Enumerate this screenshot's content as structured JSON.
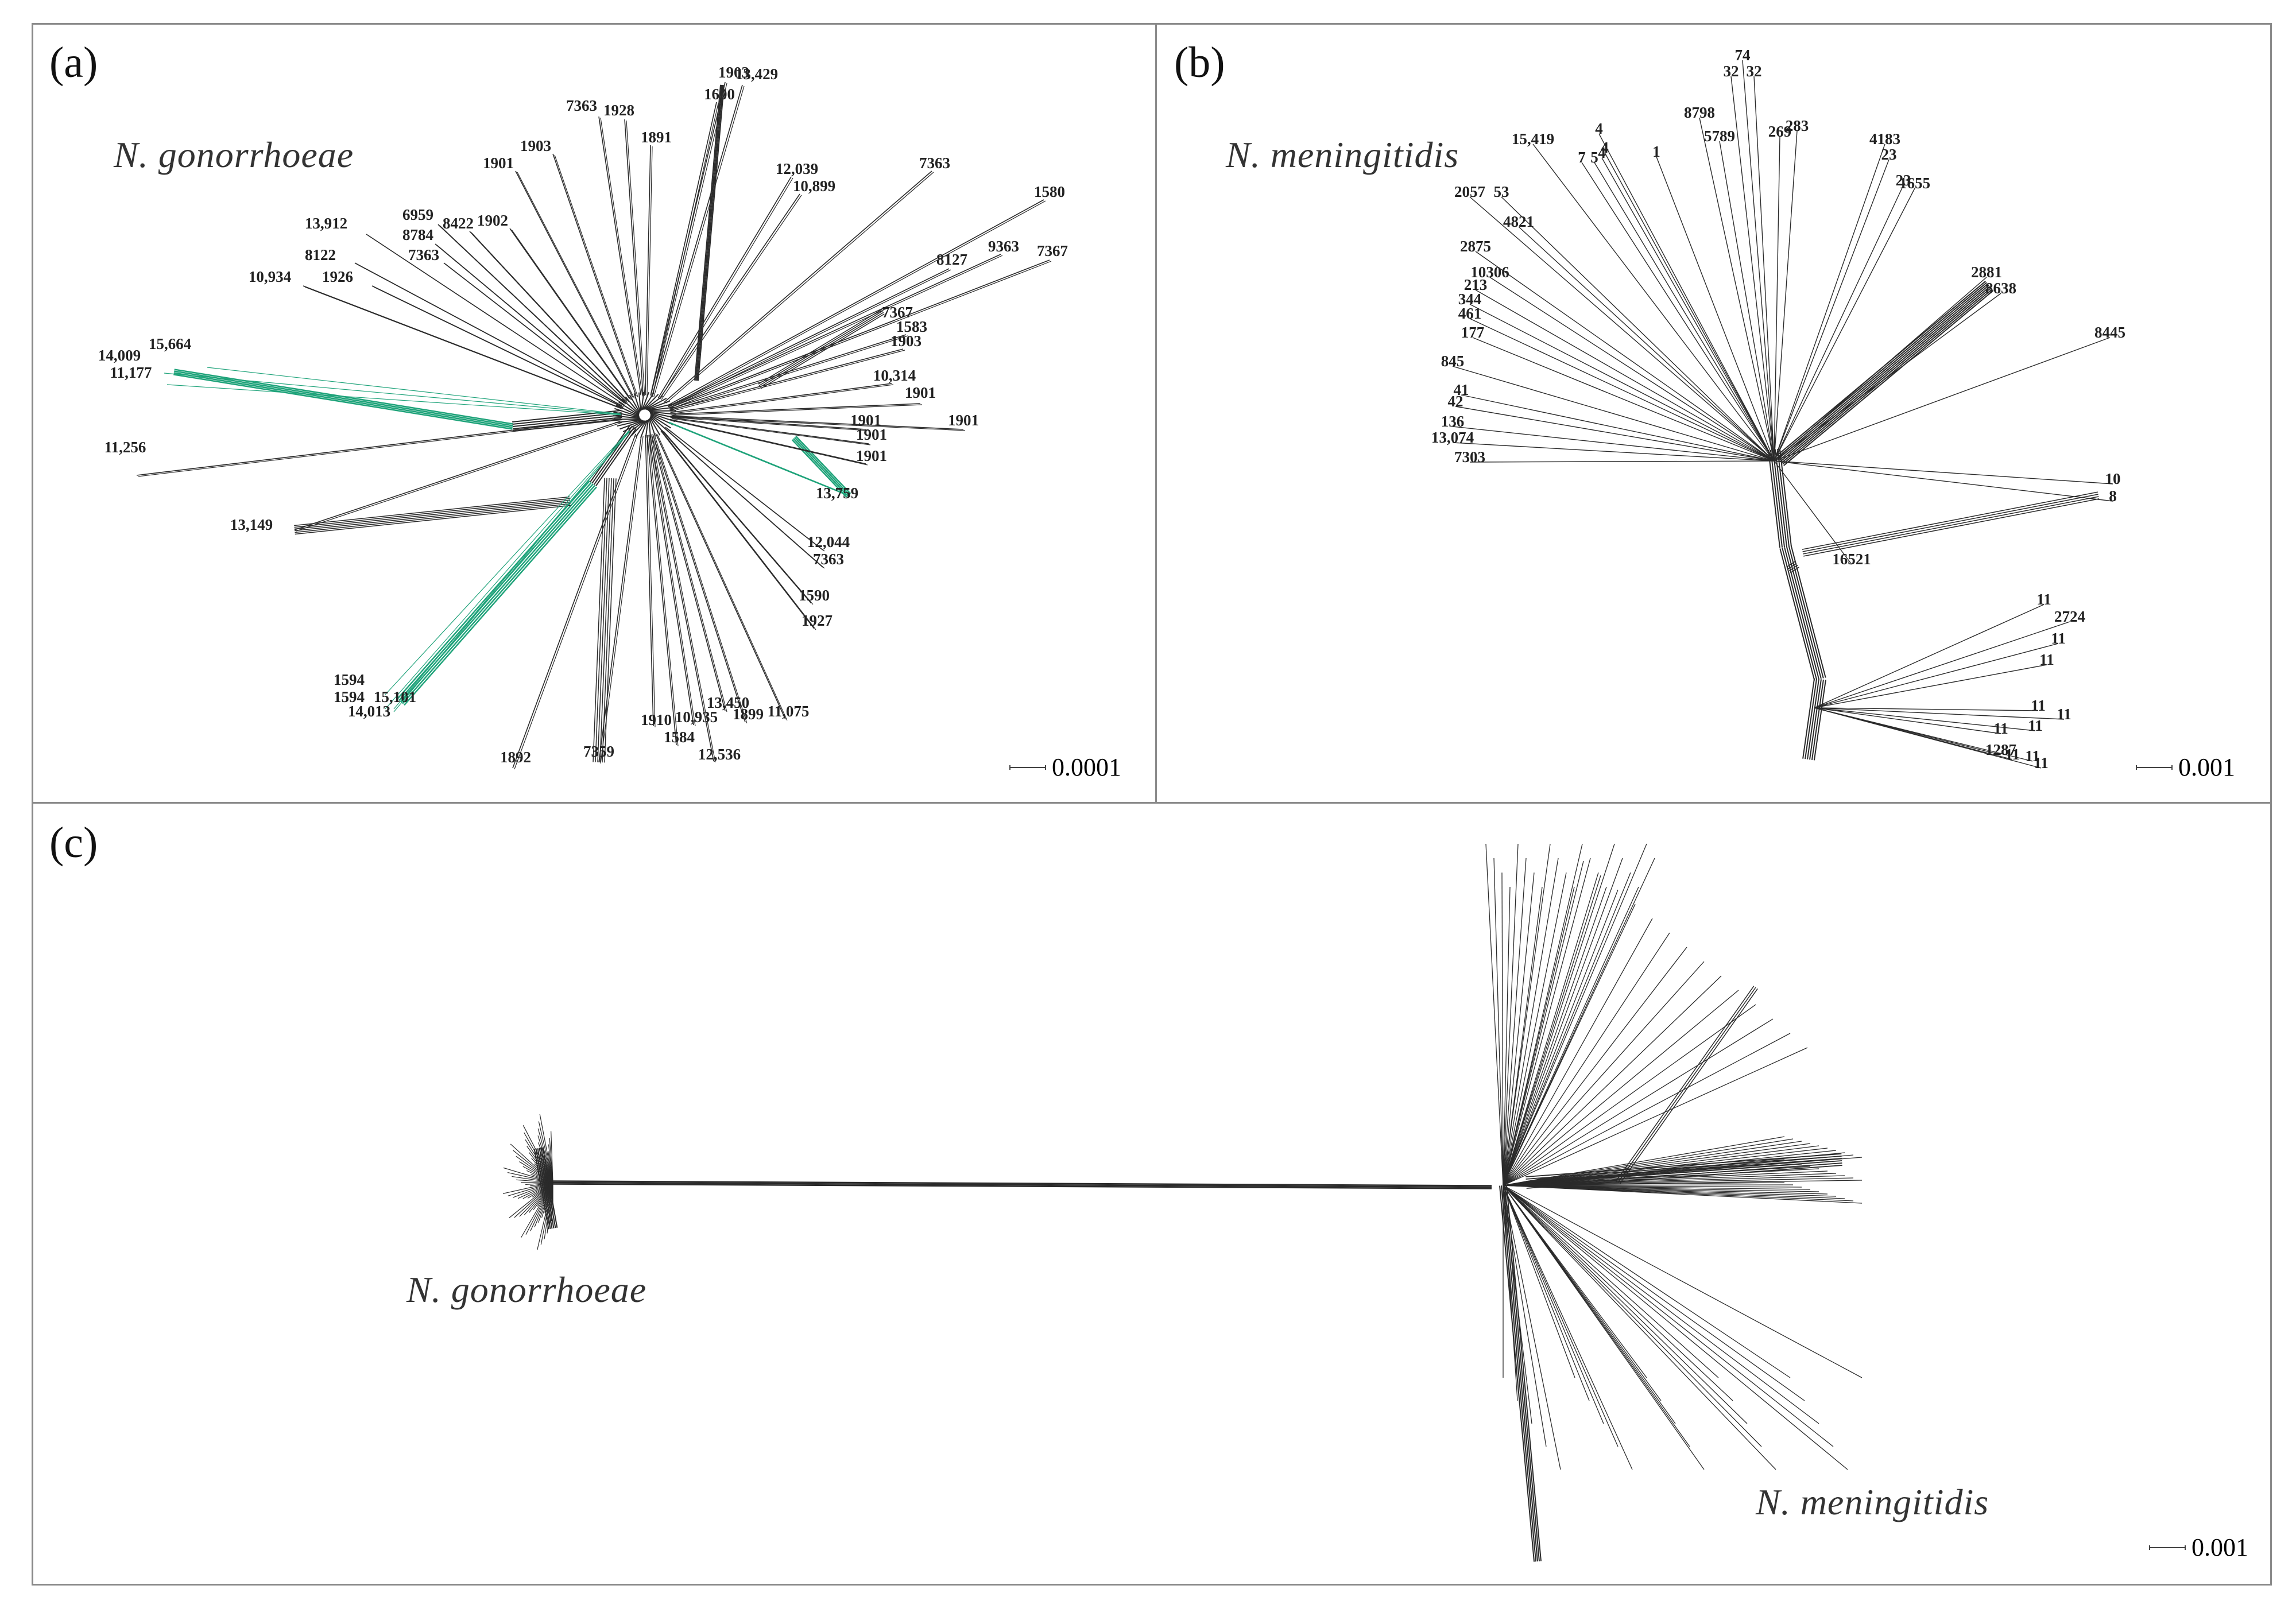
{
  "colors": {
    "branch": "#2a2a2a",
    "highlight": "#1fa37a",
    "border": "#8a8a8a"
  },
  "panel_a": {
    "letter": "(a)",
    "species": "N. gonorrhoeae",
    "scale": "0.0001",
    "leaves": [
      "1903",
      "13,429",
      "1600",
      "7363",
      "1928",
      "1891",
      "1903",
      "1901",
      "12,039",
      "10,899",
      "7363",
      "1580",
      "13,912",
      "6959",
      "8422",
      "1902",
      "8784",
      "7363",
      "8122",
      "8127",
      "9363",
      "7367",
      "10,934",
      "1926",
      "7367",
      "1583",
      "1903",
      "14,009",
      "15,664",
      "11,177",
      "10,314",
      "1901",
      "1901",
      "1901",
      "1901",
      "1901",
      "11,256",
      "13,759",
      "13,149",
      "12,044",
      "7363",
      "1590",
      "1927",
      "1594",
      "1594",
      "15,101",
      "14,013",
      "13,450",
      "1899",
      "11,075",
      "10,935",
      "1910",
      "1584",
      "12,536",
      "1892",
      "7359"
    ]
  },
  "panel_b": {
    "letter": "(b)",
    "species": "N. meningitidis",
    "scale": "0.001",
    "leaves": [
      "74",
      "32",
      "32",
      "8798",
      "5789",
      "15,419",
      "4",
      "7",
      "5",
      "4",
      "4",
      "1",
      "269",
      "283",
      "4183",
      "23",
      "23",
      "1655",
      "2057",
      "53",
      "4821",
      "2875",
      "10306",
      "213",
      "344",
      "461",
      "177",
      "845",
      "41",
      "42",
      "136",
      "13,074",
      "7303",
      "2881",
      "8638",
      "8445",
      "10",
      "8",
      "16521",
      "11",
      "2724",
      "11",
      "11",
      "11",
      "11",
      "11",
      "11",
      "1287",
      "11",
      "11",
      "11"
    ]
  },
  "panel_c": {
    "letter": "(c)",
    "species_left": "N. gonorrhoeae",
    "species_right": "N. meningitidis",
    "scale": "0.001"
  }
}
